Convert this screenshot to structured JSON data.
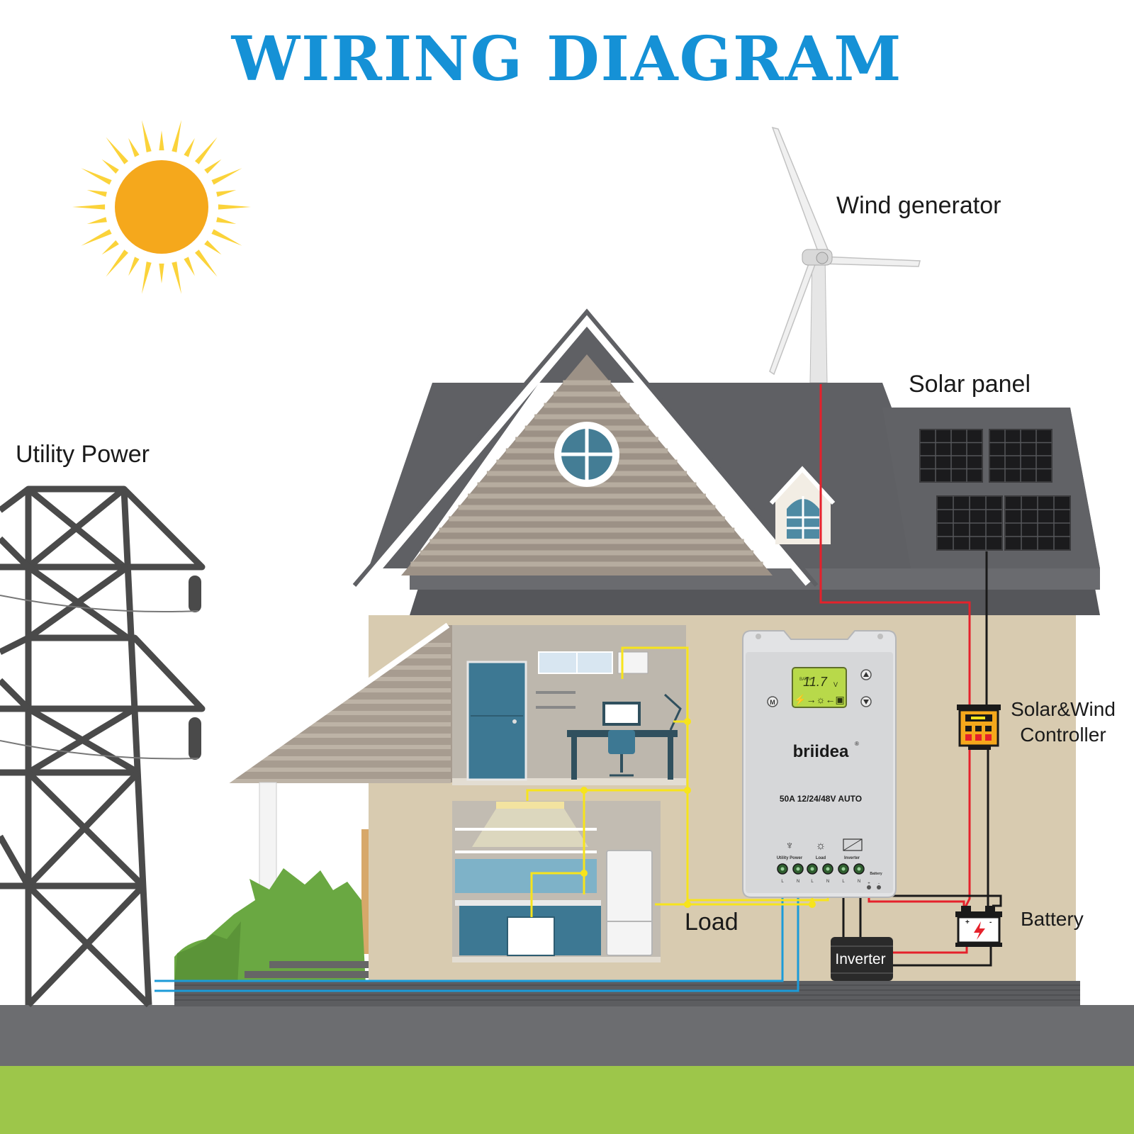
{
  "title": "WIRING DIAGRAM",
  "labels": {
    "wind_generator": "Wind generator",
    "solar_panel": "Solar panel",
    "utility_power": "Utility Power",
    "controller_line1": "Solar&Wind",
    "controller_line2": "Controller",
    "battery": "Battery",
    "load": "Load",
    "inverter": "Inverter"
  },
  "device": {
    "brand": "briidea",
    "registered_mark": "®",
    "spec": "50A  12/24/48V  AUTO",
    "lcd_reading": "11.7",
    "lcd_unit": "V",
    "lcd_tag": "BAT-V",
    "button_m": "M",
    "terminal_groups": [
      "Utility Power",
      "Load",
      "Inverter",
      "Battery"
    ],
    "terminal_letters": [
      "L",
      "N",
      "L",
      "N",
      "L",
      "N"
    ],
    "battery_polarity": [
      "+",
      "-"
    ]
  },
  "colors": {
    "title_blue": "#1591d6",
    "sun_core": "#f5a81c",
    "sun_rays": "#fbd33a",
    "roof": "#5f6064",
    "house_wall": "#d8cbb0",
    "gable_siding": "#9c9186",
    "wire_red": "#e5212b",
    "wire_black": "#1a1a1a",
    "wire_yellow": "#f7e41c",
    "wire_blue": "#1c9bd8",
    "ground": "#6c6d70",
    "grass": "#9dc64a",
    "pylon": "#4a4a4a"
  },
  "icons": [
    "sun-icon",
    "wind-turbine-icon",
    "solar-panel-icon",
    "power-pylon-icon",
    "house-icon",
    "controller-icon",
    "battery-icon",
    "inverter-icon",
    "tower-icon",
    "bulb-icon",
    "dc-ac-icon"
  ]
}
